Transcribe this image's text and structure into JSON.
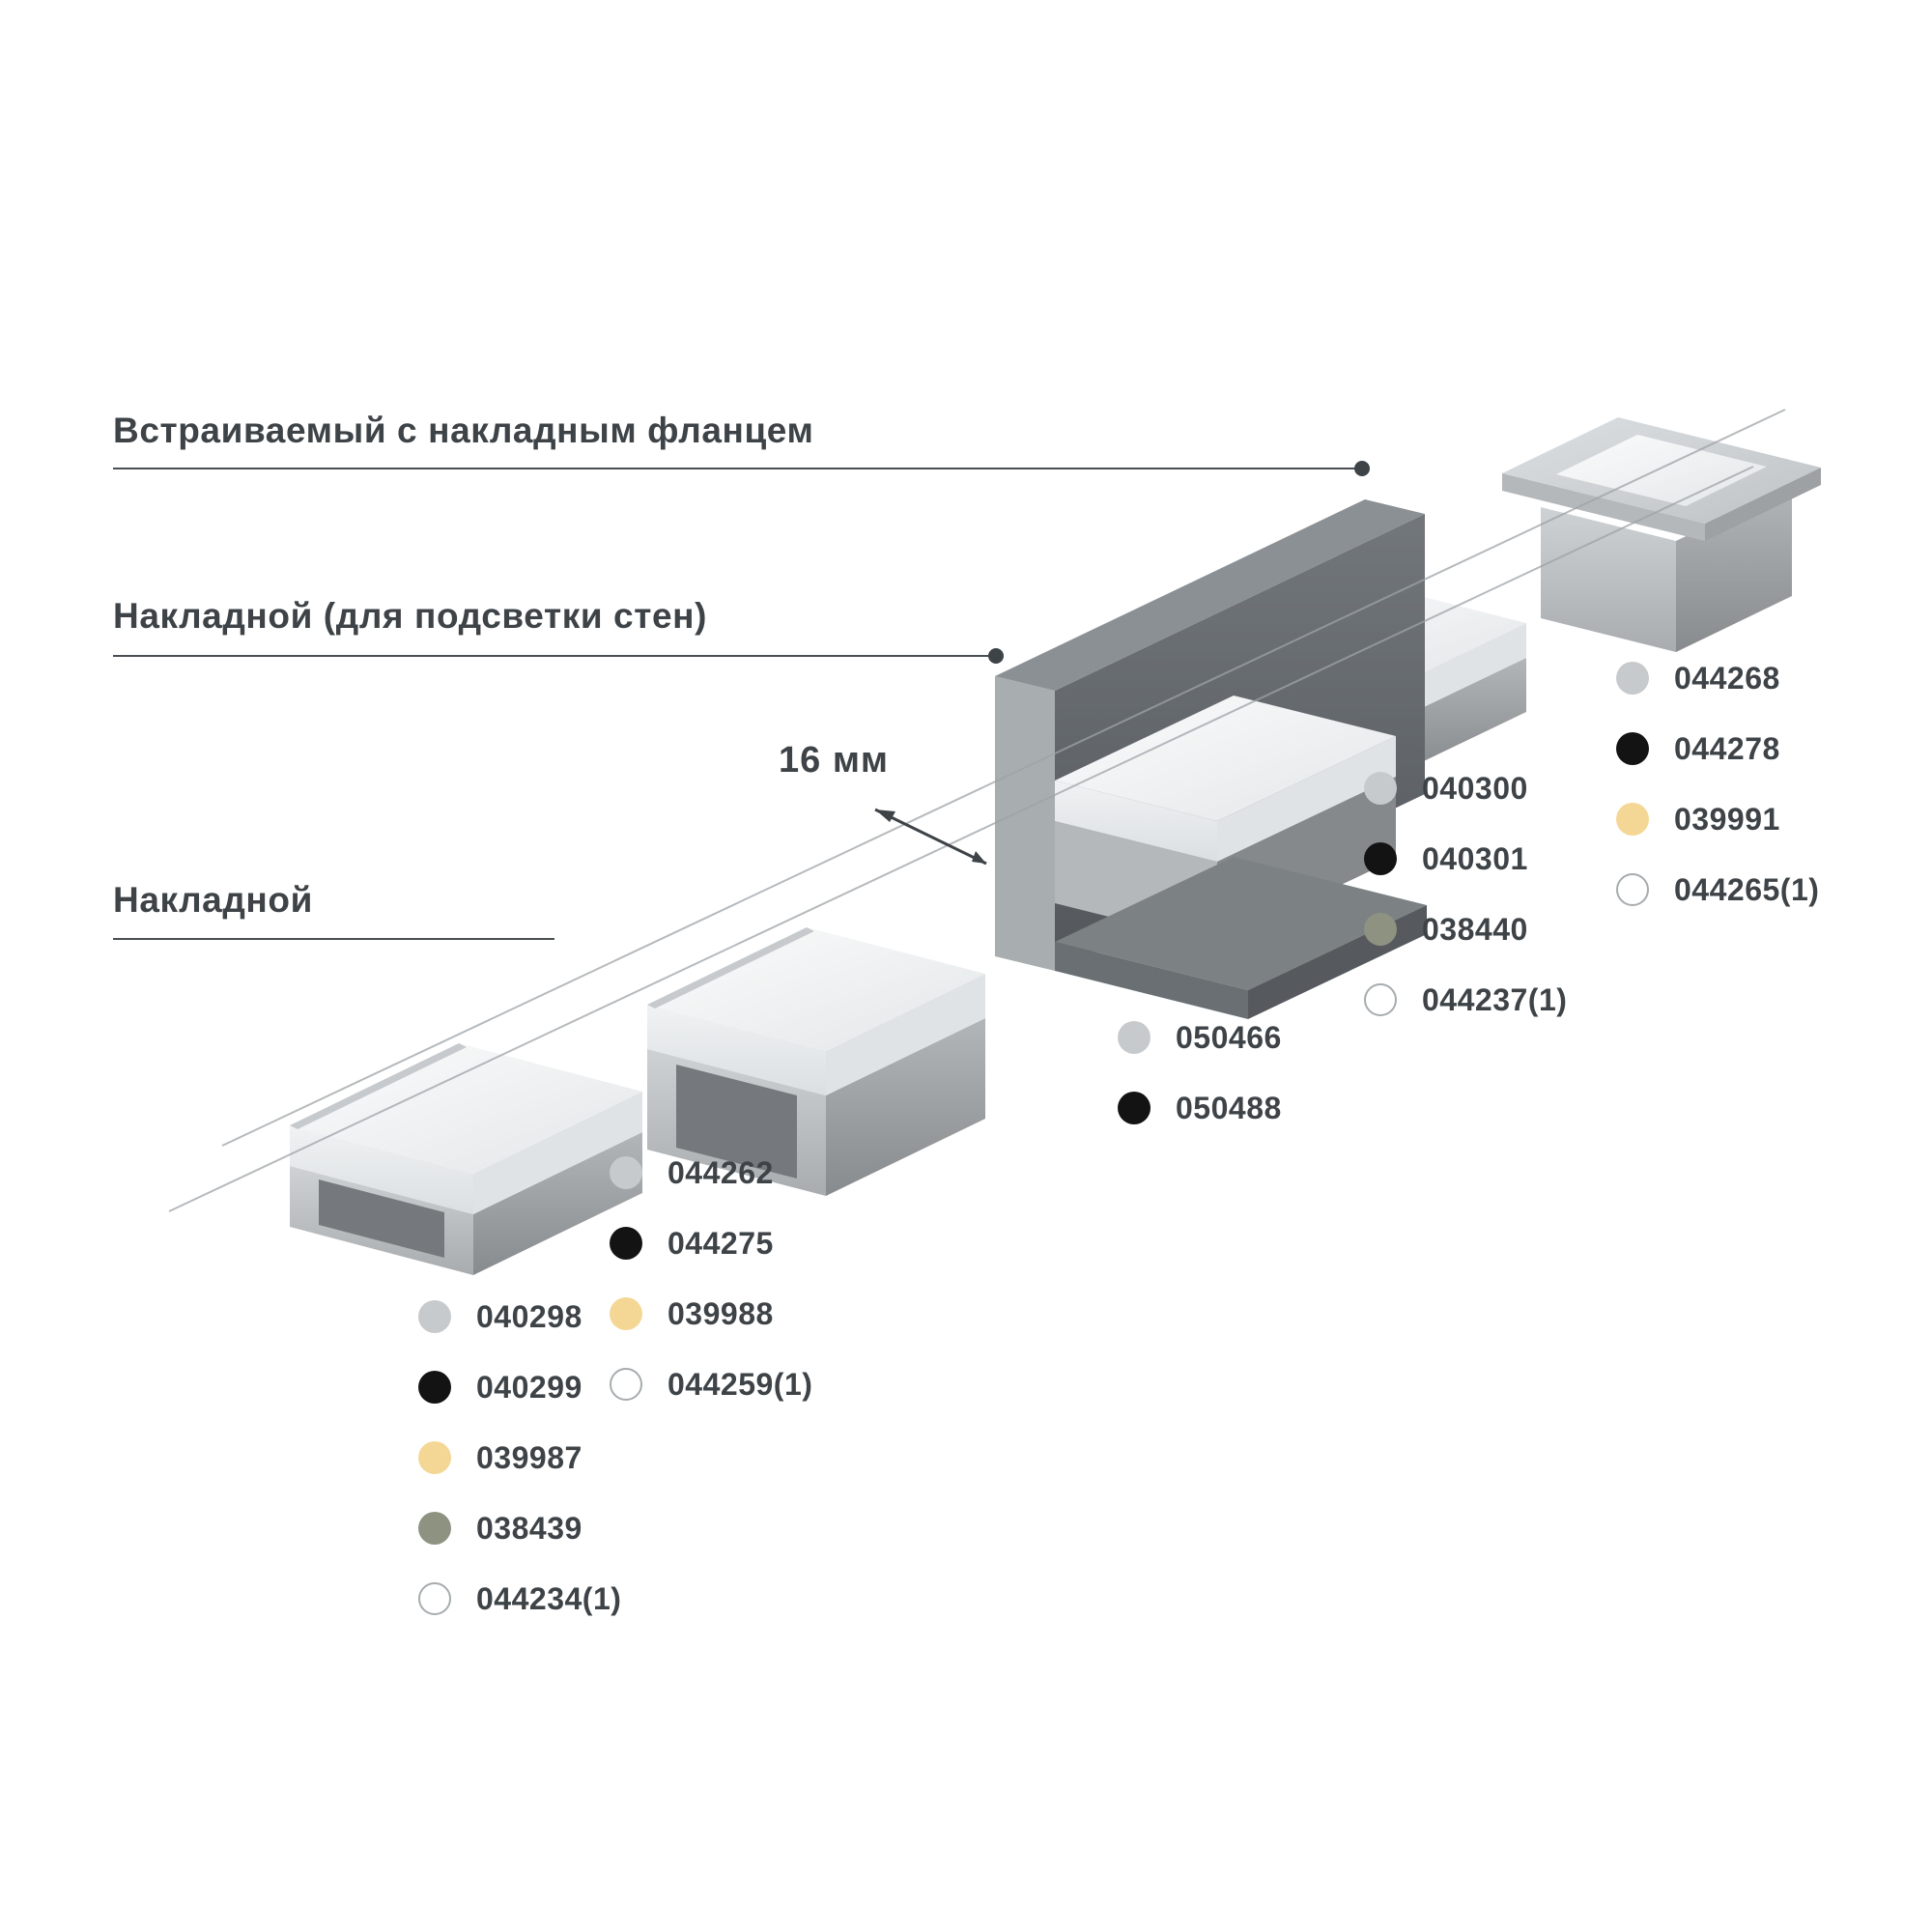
{
  "callouts": [
    {
      "label": "Встраиваемый с накладным фланцем"
    },
    {
      "label": "Накладной (для подсветки стен)"
    },
    {
      "label": "Накладной"
    }
  ],
  "dimension_label": "16 мм",
  "article_groups": [
    {
      "articles": [
        {
          "code": "040298",
          "swatch": "silver"
        },
        {
          "code": "040299",
          "swatch": "black"
        },
        {
          "code": "039987",
          "swatch": "gold"
        },
        {
          "code": "038439",
          "swatch": "olive"
        },
        {
          "code": "044234(1)",
          "swatch": "white"
        }
      ]
    },
    {
      "articles": [
        {
          "code": "044262",
          "swatch": "silver"
        },
        {
          "code": "044275",
          "swatch": "black"
        },
        {
          "code": "039988",
          "swatch": "gold"
        },
        {
          "code": "044259(1)",
          "swatch": "white"
        }
      ]
    },
    {
      "articles": [
        {
          "code": "050466",
          "swatch": "silver"
        },
        {
          "code": "050488",
          "swatch": "black"
        }
      ]
    },
    {
      "articles": [
        {
          "code": "040300",
          "swatch": "silver"
        },
        {
          "code": "040301",
          "swatch": "black"
        },
        {
          "code": "038440",
          "swatch": "olive"
        },
        {
          "code": "044237(1)",
          "swatch": "white"
        }
      ]
    },
    {
      "articles": [
        {
          "code": "044268",
          "swatch": "silver"
        },
        {
          "code": "044278",
          "swatch": "black"
        },
        {
          "code": "039991",
          "swatch": "gold"
        },
        {
          "code": "044265(1)",
          "swatch": "white"
        }
      ]
    }
  ],
  "colors": {
    "text": "#3e4347",
    "leader_line": "#4a4f53",
    "section_line": "#9ea3a7",
    "swatch_silver": "#c7cacc",
    "swatch_black": "#131313",
    "swatch_gold": "#f4d795",
    "swatch_olive": "#8e9381",
    "swatch_white": "#ffffff",
    "swatch_border": "#a7acaf"
  }
}
